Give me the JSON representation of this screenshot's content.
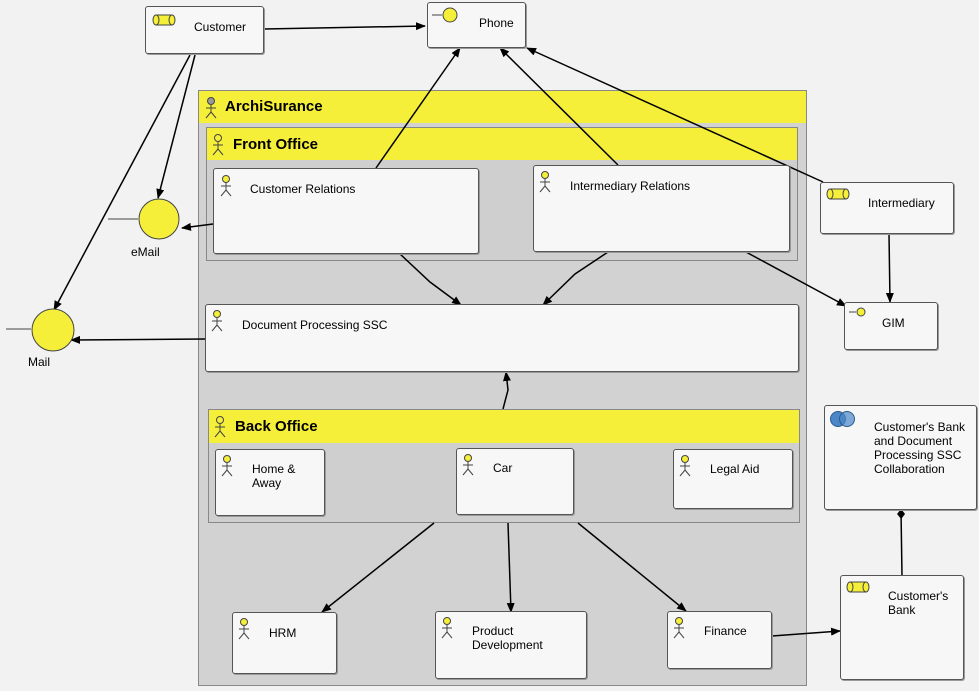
{
  "groups": {
    "archisurance": "ArchiSurance",
    "front_office": "Front Office",
    "back_office": "Back Office"
  },
  "nodes": {
    "customer": "Customer",
    "phone": "Phone",
    "email": "eMail",
    "mail": "Mail",
    "customer_relations": "Customer Relations",
    "intermediary_relations": "Intermediary Relations",
    "intermediary": "Intermediary",
    "gim": "GIM",
    "document_processing": "Document Processing SSC",
    "home_away": "Home & Away",
    "car": "Car",
    "legal_aid": "Legal Aid",
    "collaboration": "Customer's Bank and Document Processing SSC Collaboration",
    "hrm": "HRM",
    "product_development": "Product Development",
    "finance": "Finance",
    "customers_bank": "Customer's Bank"
  },
  "colors": {
    "yellow": "#f5ef3a",
    "group_bg": "#d2d2d2",
    "box_bg": "#f7f7f7",
    "collab_blue": "#4a86c8"
  }
}
